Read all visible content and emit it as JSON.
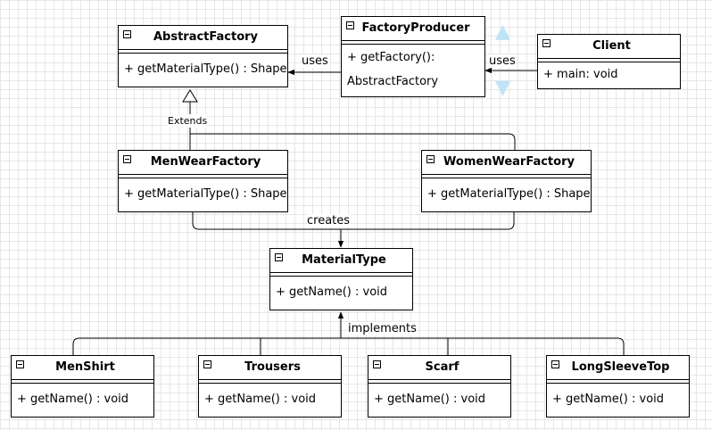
{
  "classes": {
    "abstract_factory": {
      "name": "AbstractFactory",
      "methods": [
        "+ getMaterialType() : Shape"
      ]
    },
    "factory_producer": {
      "name": "FactoryProducer",
      "methods": [
        "+ getFactory():",
        "AbstractFactory"
      ]
    },
    "client": {
      "name": "Client",
      "methods": [
        "+ main: void"
      ]
    },
    "men_wear_factory": {
      "name": "MenWearFactory",
      "methods": [
        "+ getMaterialType() : Shape"
      ]
    },
    "women_wear_factory": {
      "name": "WomenWearFactory",
      "methods": [
        "+ getMaterialType() : Shape"
      ]
    },
    "material_type": {
      "name": "MaterialType",
      "methods": [
        "+ getName() : void"
      ]
    },
    "men_shirt": {
      "name": "MenShirt",
      "methods": [
        "+ getName() : void"
      ]
    },
    "trousers": {
      "name": "Trousers",
      "methods": [
        "+ getName() : void"
      ]
    },
    "scarf": {
      "name": "Scarf",
      "methods": [
        "+ getName() : void"
      ]
    },
    "long_sleeve_top": {
      "name": "LongSleeveTop",
      "methods": [
        "+ getName() : void"
      ]
    }
  },
  "edges": {
    "producer_uses_factory": "uses",
    "client_uses_producer": "uses",
    "extends": "Extends",
    "creates": "creates",
    "implements": "implements"
  },
  "colors": {
    "grid": "#e6e6e6",
    "selection_handles": "#bfe3f7",
    "stroke": "#000000"
  }
}
